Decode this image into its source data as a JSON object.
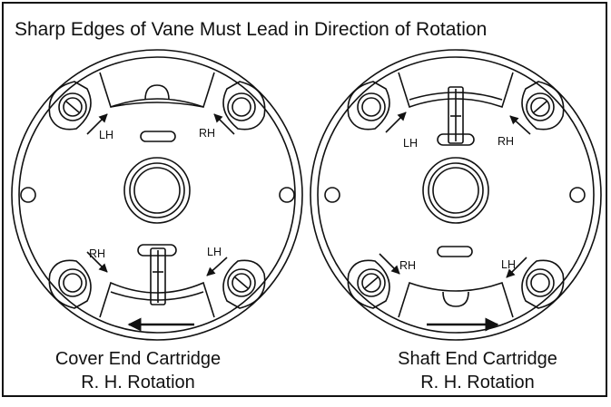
{
  "title": "Sharp Edges of Vane Must Lead in Direction of Rotation",
  "left": {
    "caption_line1": "Cover End Cartridge",
    "caption_line2": "R. H. Rotation",
    "label_top_left": "LH",
    "label_top_right": "RH",
    "label_bottom_left": "RH",
    "label_bottom_right": "LH"
  },
  "right": {
    "caption_line1": "Shaft End Cartridge",
    "caption_line2": "R. H. Rotation",
    "label_top_left": "LH",
    "label_top_right": "RH",
    "label_bottom_left": "RH",
    "label_bottom_right": "LH"
  }
}
